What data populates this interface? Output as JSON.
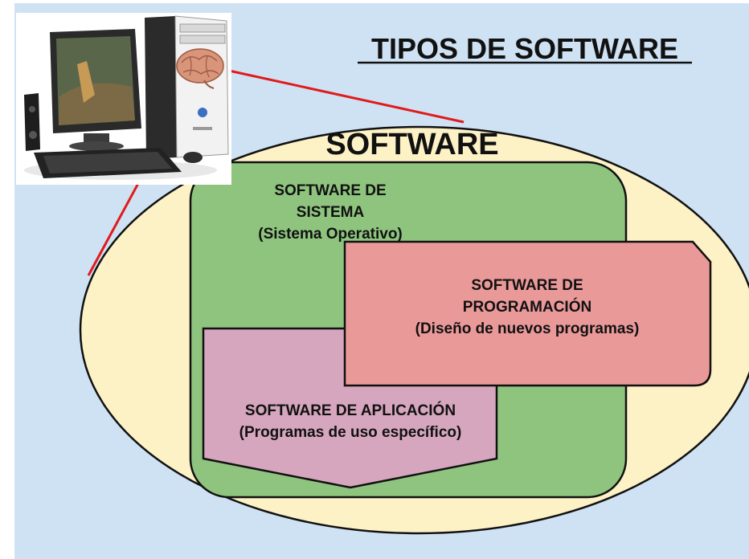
{
  "title": "TIPOS DE SOFTWARE",
  "outer": {
    "label": "SOFTWARE"
  },
  "sistema": {
    "line1": "SOFTWARE DE",
    "line2": "SISTEMA",
    "line3": "(Sistema Operativo)"
  },
  "programacion": {
    "line1": "SOFTWARE DE",
    "line2": "PROGRAMACIÓN",
    "line3": "(Diseño de nuevos programas)"
  },
  "aplicacion": {
    "line1": "SOFTWARE DE APLICACIÓN",
    "line2": "(Programas de uso específico)"
  },
  "illustration": {
    "icon": "desktop-computer-icon",
    "highlight_icon": "brain-icon"
  },
  "colors": {
    "background": "#cfe2f3",
    "outer_ellipse": "#fdf1c6",
    "sistema": "#8fc47f",
    "programacion": "#ea9999",
    "aplicacion": "#d5a6bd",
    "connector": "#e01b1b"
  }
}
